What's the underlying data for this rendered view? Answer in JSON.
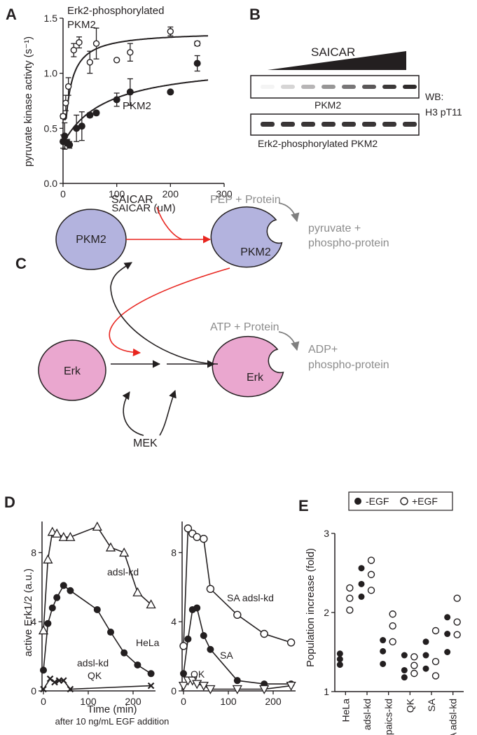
{
  "panels": {
    "a": {
      "letter": "A"
    },
    "b": {
      "letter": "B"
    },
    "c": {
      "letter": "C"
    },
    "d": {
      "letter": "D"
    },
    "e": {
      "letter": "E"
    }
  },
  "colors": {
    "pkm2_fill": "#b3b3de",
    "erk_fill": "#eaa7cf",
    "red_arrow": "#e8251f",
    "gray_arrow": "#7f7f7f",
    "black": "#231f20"
  },
  "chart_data": [
    {
      "id": "panel-a",
      "type": "scatter",
      "xlabel": "SAICAR (μM)",
      "ylabel": "pyruvate kinase activty (s⁻¹)",
      "xlim": [
        0,
        300
      ],
      "ylim": [
        0,
        1.5
      ],
      "xticks": [
        "0",
        "100",
        "200",
        "300"
      ],
      "yticks": [
        "0.0",
        "0.5",
        "1.0",
        "1.5"
      ],
      "annotations": [
        "Erk2-phosphorylated",
        "PKM2",
        "PKM2"
      ],
      "series": [
        {
          "name": "Erk2-phosphorylated PKM2",
          "marker": "open-circle",
          "points": [
            {
              "x": 0,
              "y": 0.61,
              "err": 0.02
            },
            {
              "x": 5,
              "y": 0.73,
              "err": 0.07
            },
            {
              "x": 10,
              "y": 0.88,
              "err": 0.08
            },
            {
              "x": 20,
              "y": 1.21,
              "err": 0.06
            },
            {
              "x": 30,
              "y": 1.28,
              "err": 0.05
            },
            {
              "x": 50,
              "y": 1.1,
              "err": 0.1
            },
            {
              "x": 62,
              "y": 1.27,
              "err": 0.14
            },
            {
              "x": 100,
              "y": 1.12,
              "err": 0.01
            },
            {
              "x": 125,
              "y": 1.19,
              "err": 0.08
            },
            {
              "x": 200,
              "y": 1.38,
              "err": 0.04
            },
            {
              "x": 250,
              "y": 1.27,
              "err": 0.02
            }
          ],
          "curve": {
            "vmax": 1.38,
            "km": 8,
            "base": 0
          }
        },
        {
          "name": "PKM2",
          "marker": "filled-circle",
          "points": [
            {
              "x": 0,
              "y": 0.38,
              "err": 0.06
            },
            {
              "x": 3,
              "y": 0.43,
              "err": 0.12
            },
            {
              "x": 8,
              "y": 0.37,
              "err": 0.03
            },
            {
              "x": 12,
              "y": 0.35,
              "err": 0.03
            },
            {
              "x": 25,
              "y": 0.5,
              "err": 0.12
            },
            {
              "x": 35,
              "y": 0.52,
              "err": 0.13
            },
            {
              "x": 50,
              "y": 0.62,
              "err": 0.02
            },
            {
              "x": 62,
              "y": 0.64,
              "err": 0.02
            },
            {
              "x": 100,
              "y": 0.76,
              "err": 0.06
            },
            {
              "x": 125,
              "y": 0.83,
              "err": 0.12
            },
            {
              "x": 200,
              "y": 0.83,
              "err": 0
            },
            {
              "x": 250,
              "y": 1.09,
              "err": 0.07
            }
          ],
          "curve": {
            "vmax": 0.75,
            "km": 80,
            "base": 0.36
          }
        }
      ]
    },
    {
      "id": "panel-d-left",
      "type": "line",
      "xlabel": "Time (min)",
      "xlabel_sub": "after 10 ng/mL EGF addition",
      "ylabel": "active Erk1/2 (a.u.)",
      "xlim": [
        0,
        250
      ],
      "ylim": [
        0,
        9.8
      ],
      "xticks": [
        "0",
        "100",
        "200"
      ],
      "yticks": [
        "0",
        "4",
        "8"
      ],
      "series": [
        {
          "name": "adsl-kd",
          "marker": "open-triangle-up",
          "x": [
            0,
            10,
            20,
            30,
            45,
            60,
            120,
            150,
            180,
            210,
            240
          ],
          "y": [
            3.5,
            7.6,
            9.2,
            9.1,
            8.9,
            8.9,
            9.5,
            8.3,
            8.0,
            5.7,
            5.0
          ]
        },
        {
          "name": "HeLa",
          "marker": "filled-circle",
          "x": [
            0,
            10,
            20,
            30,
            45,
            60,
            120,
            150,
            180,
            210,
            240
          ],
          "y": [
            1.2,
            3.9,
            4.8,
            5.4,
            6.1,
            5.8,
            4.7,
            3.4,
            2.2,
            1.5,
            1.0
          ]
        },
        {
          "name": "adsl-kd QK",
          "marker": "cross",
          "x": [
            0,
            15,
            25,
            35,
            45,
            60,
            240
          ],
          "y": [
            0.1,
            0.7,
            0.5,
            0.6,
            0.6,
            0.1,
            0.3
          ]
        }
      ]
    },
    {
      "id": "panel-d-right",
      "type": "line",
      "xlim": [
        0,
        250
      ],
      "ylim": [
        0,
        9.8
      ],
      "xticks": [
        "0",
        "100",
        "200"
      ],
      "yticks": [
        "0",
        "4",
        "8"
      ],
      "series": [
        {
          "name": "SA adsl-kd",
          "marker": "open-circle",
          "x": [
            0,
            10,
            20,
            30,
            45,
            60,
            120,
            180,
            240
          ],
          "y": [
            2.6,
            9.4,
            9.1,
            8.9,
            8.8,
            5.9,
            4.4,
            3.3,
            2.8
          ]
        },
        {
          "name": "SA",
          "marker": "filled-circle",
          "x": [
            0,
            10,
            20,
            30,
            45,
            60,
            120,
            180,
            240
          ],
          "y": [
            1.0,
            3.0,
            4.7,
            4.8,
            3.2,
            2.4,
            0.6,
            0.4,
            0.4
          ]
        },
        {
          "name": "QK",
          "marker": "open-triangle-down",
          "x": [
            0,
            10,
            20,
            30,
            45,
            60,
            120,
            180,
            240
          ],
          "y": [
            0.3,
            0.6,
            0.6,
            0.4,
            0.3,
            0.1,
            0.1,
            0.1,
            0.3
          ]
        }
      ]
    },
    {
      "id": "panel-e",
      "type": "scatter",
      "ylabel": "Population increase (fold)",
      "ylim": [
        1,
        3
      ],
      "yticks": [
        "1",
        "2",
        "3"
      ],
      "categories": [
        "HeLa",
        "adsl-kd",
        "paics-kd",
        "QK",
        "SA",
        "SA adsl-kd"
      ],
      "legend": [
        "-EGF",
        "+EGF"
      ],
      "legend_position": "top",
      "minus_egf": [
        [
          1.34,
          1.41,
          1.48
        ],
        [
          2.2,
          2.36,
          2.56
        ],
        [
          1.35,
          1.51,
          1.65
        ],
        [
          1.18,
          1.27,
          1.46
        ],
        [
          1.29,
          1.46,
          1.63
        ],
        [
          1.5,
          1.73,
          1.94
        ]
      ],
      "plus_egf": [
        [
          2.03,
          2.18,
          2.31
        ],
        [
          2.28,
          2.48,
          2.66
        ],
        [
          1.63,
          1.83,
          1.98
        ],
        [
          1.23,
          1.33,
          1.44
        ],
        [
          1.2,
          1.38,
          1.77
        ],
        [
          1.72,
          1.88,
          2.18
        ]
      ]
    }
  ],
  "blot": {
    "saicar_label": "SAICAR",
    "wb_label": "WB:",
    "antibody_label": "H3 pT11",
    "top_strip_label": "PKM2",
    "bottom_strip_label": "Erk2-phosphorylated PKM2",
    "lane_count": 8
  },
  "diagram": {
    "saicar": "SAICAR",
    "pep_protein": "PEP + Protein",
    "pyruvate_line1": "pyruvate +",
    "pyruvate_line2": "phospho-protein",
    "pkm2_left": "PKM2",
    "pkm2_right": "PKM2",
    "atp_protein": "ATP + Protein",
    "adp_line1": "ADP+",
    "adp_line2": "phospho-protein",
    "erk_left": "Erk",
    "erk_right": "Erk",
    "mek": "MEK"
  },
  "panel_d_labels": {
    "adsl_kd": "adsl-kd",
    "hela": "HeLa",
    "adsl_kd_qk_1": "adsl-kd",
    "adsl_kd_qk_2": "QK",
    "sa_adsl_kd": "SA adsl-kd",
    "sa": "SA",
    "qk": "QK"
  }
}
